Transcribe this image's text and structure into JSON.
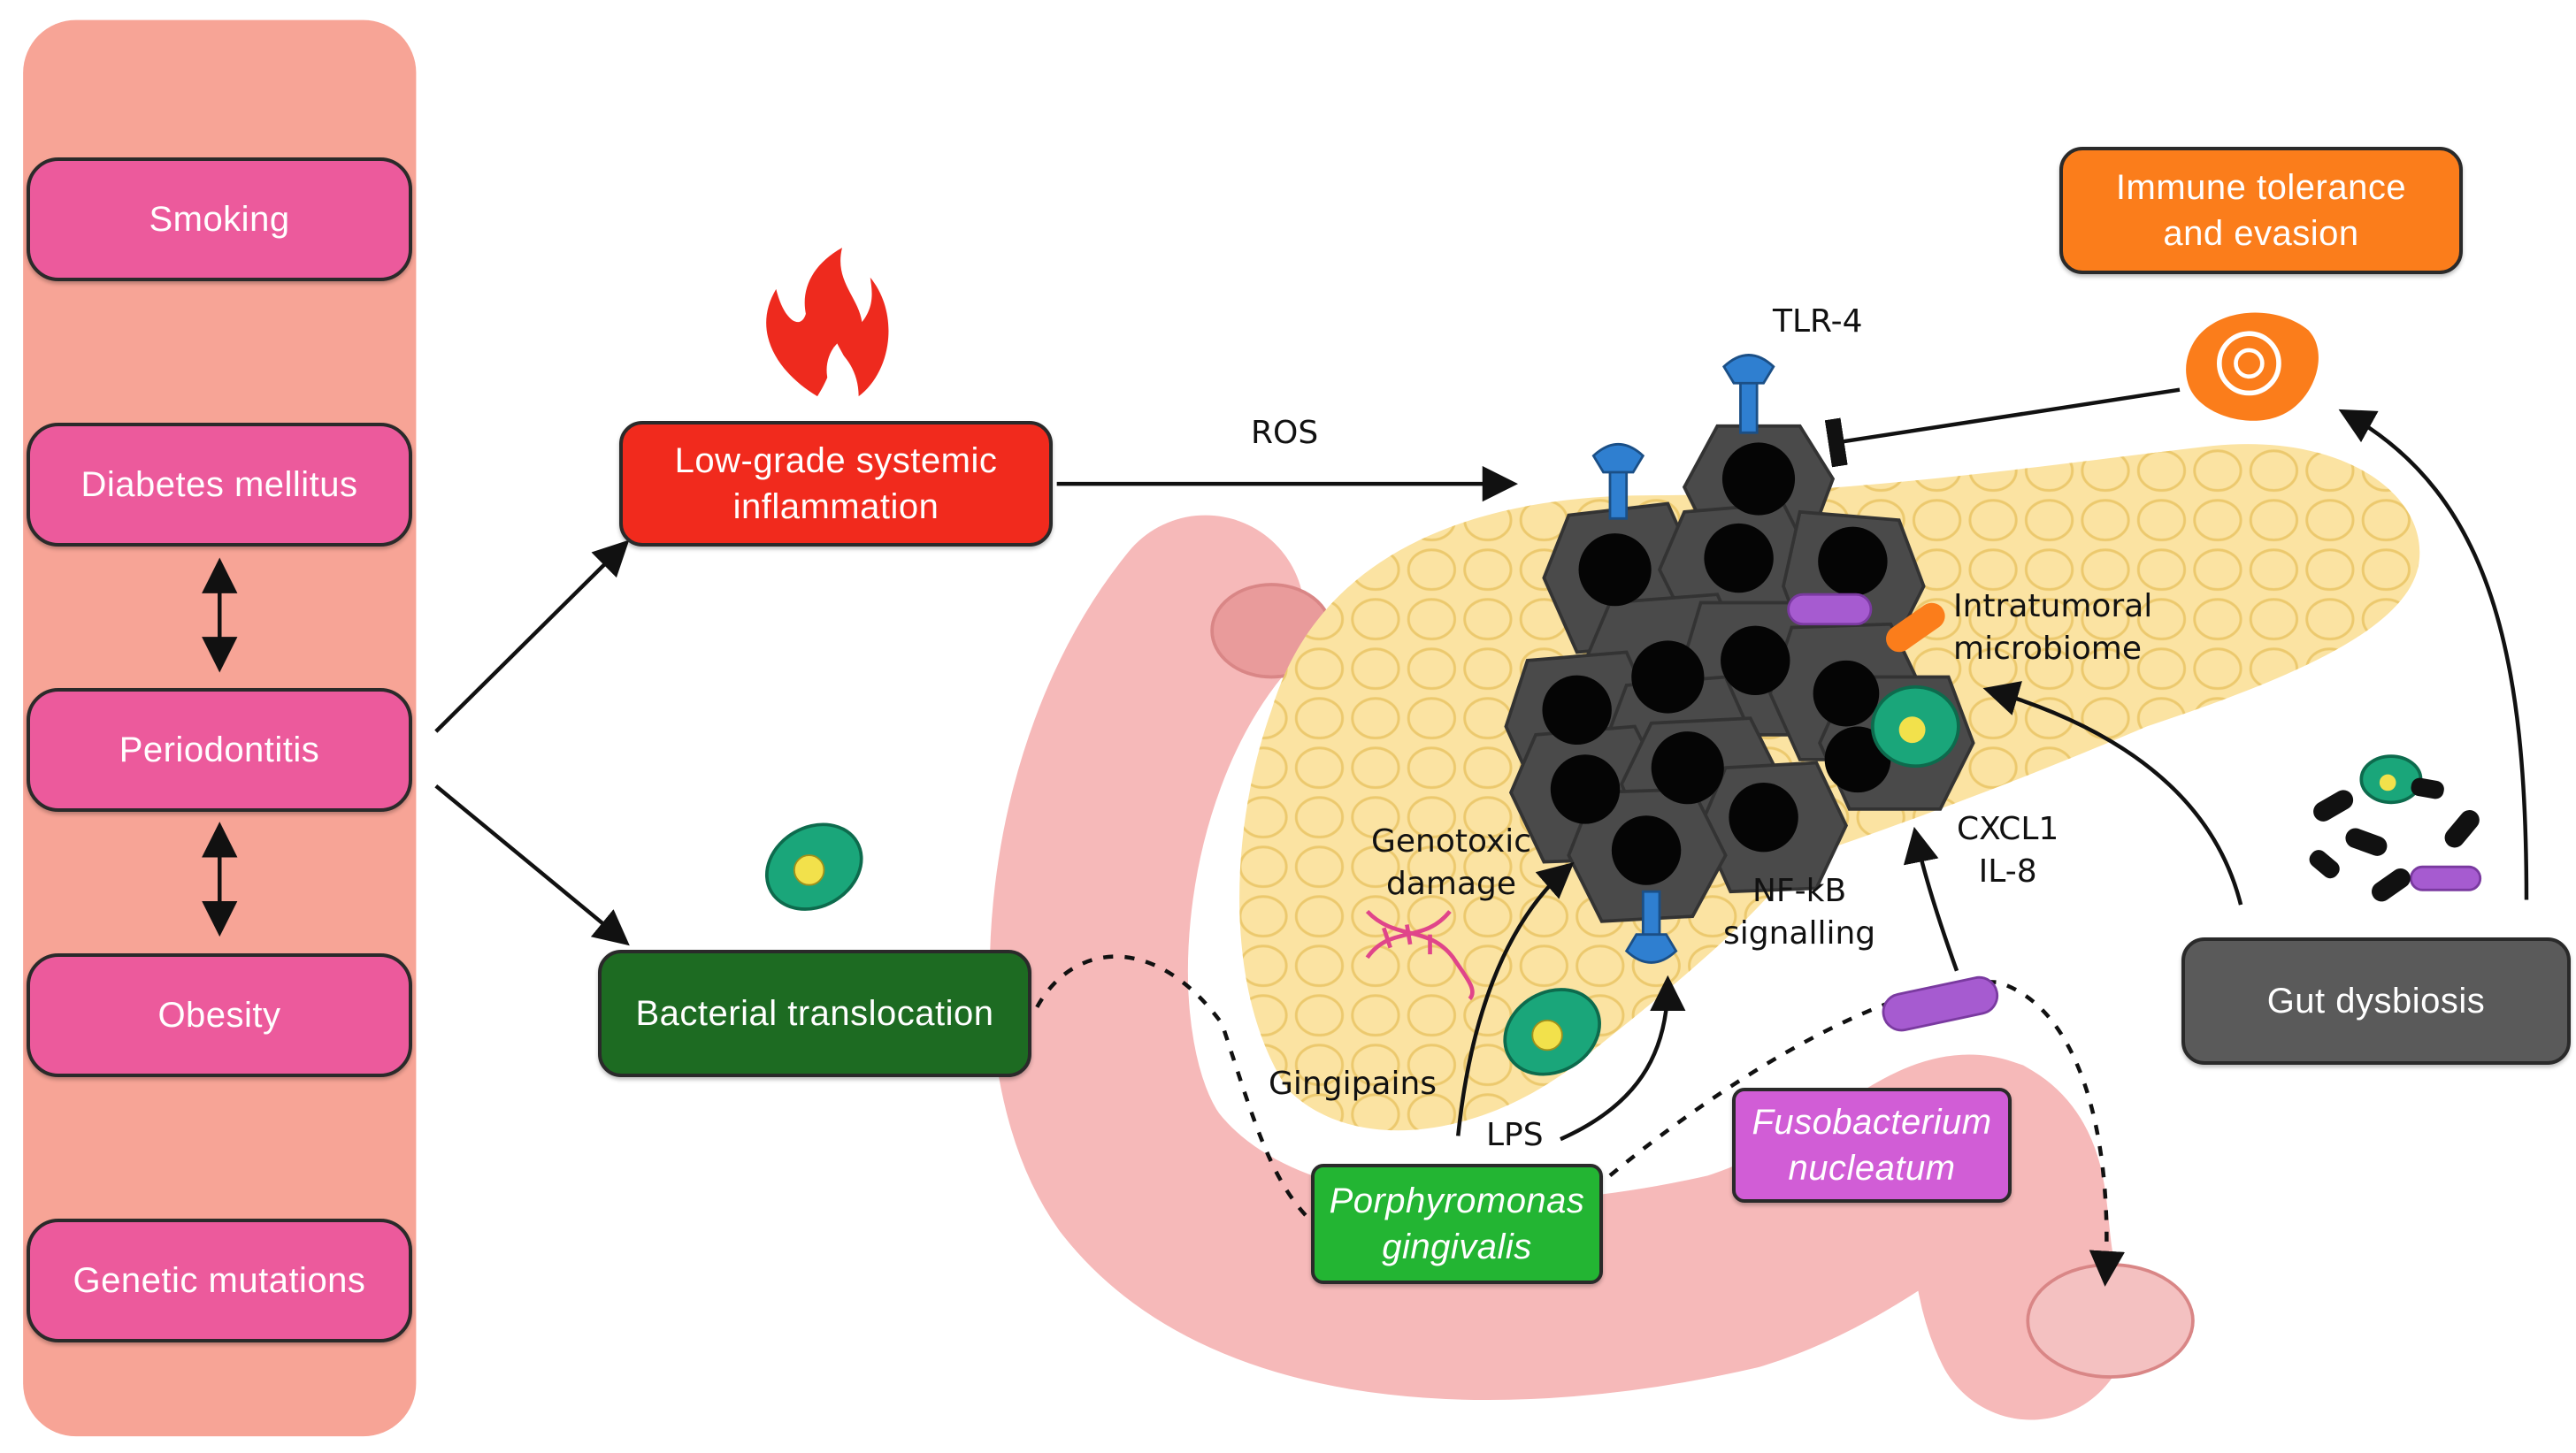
{
  "risk_factors": {
    "smoking": "Smoking",
    "diabetes": "Diabetes mellitus",
    "periodontitis": "Periodontitis",
    "obesity": "Obesity",
    "genetic": "Genetic mutations"
  },
  "pathways": {
    "inflammation": [
      "Low-grade systemic",
      "inflammation"
    ],
    "translocation": "Bacterial translocation",
    "immune": [
      "Immune tolerance",
      "and evasion"
    ],
    "gut": "Gut dysbiosis",
    "porphyromonas": [
      "Porphyromonas",
      "gingivalis"
    ],
    "fusobacterium": [
      "Fusobacterium",
      "nucleatum"
    ]
  },
  "labels": {
    "ros": "ROS",
    "tlr4": "TLR-4",
    "intratumoral": [
      "Intratumoral",
      "microbiome"
    ],
    "genotoxic": [
      "Genotoxic",
      "damage"
    ],
    "nfkb": [
      "NF-kB",
      "signalling"
    ],
    "cxcl": [
      "CXCL1",
      "IL-8"
    ],
    "gingipains": "Gingipains",
    "lps": "LPS"
  },
  "colors": {
    "risk_panel": "#f7a496",
    "risk_box": "#ec5a9c",
    "inflammation": "#f12a1d",
    "translocation": "#1d6b22",
    "immune": "#fb7d1b",
    "gut": "#5a5a5a",
    "porphyromonas": "#23b533",
    "fusobacterium": "#d15dd6",
    "pancreas": "#fbe3a2",
    "gut_tube": "#f6b9b9",
    "tumor": "#4a4a4a",
    "receptor": "#2f7fd0"
  },
  "icons": [
    "flame-icon",
    "bacterium-icon",
    "immune-cell-icon",
    "dna-icon",
    "tlr4-receptor-icon",
    "tumor-cell-icon"
  ]
}
